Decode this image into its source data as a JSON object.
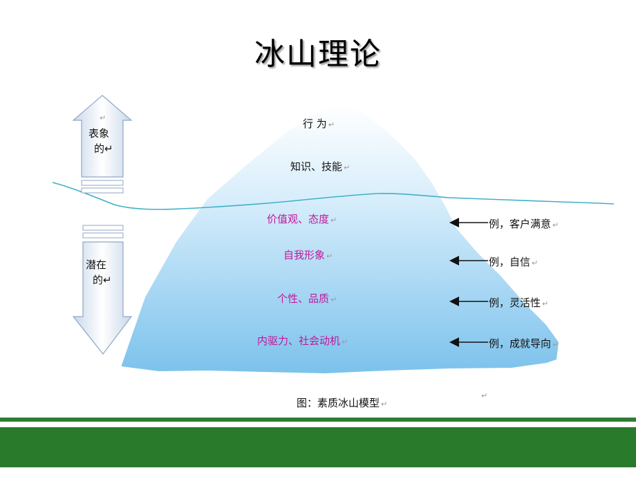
{
  "title": "冰山理论",
  "return_mark": "↵",
  "left": {
    "top_label_lines": [
      "↵",
      "表象",
      "的↵"
    ],
    "bottom_label_lines": [
      "潜在",
      "的↵"
    ]
  },
  "iceberg": {
    "above_water": [
      "行 为",
      "知识、技能"
    ],
    "below_water": [
      "价值观、态度",
      "自我形象",
      "个性、品质",
      "内驱力、社会动机"
    ]
  },
  "examples": [
    "例，客户满意",
    "例，自信",
    "例，灵活性",
    "例，成就导向"
  ],
  "caption": "图：素质冰山模型",
  "colors": {
    "label_above": "#111111",
    "label_below": "#c0189a",
    "footer_green": "#2a7a2c"
  }
}
